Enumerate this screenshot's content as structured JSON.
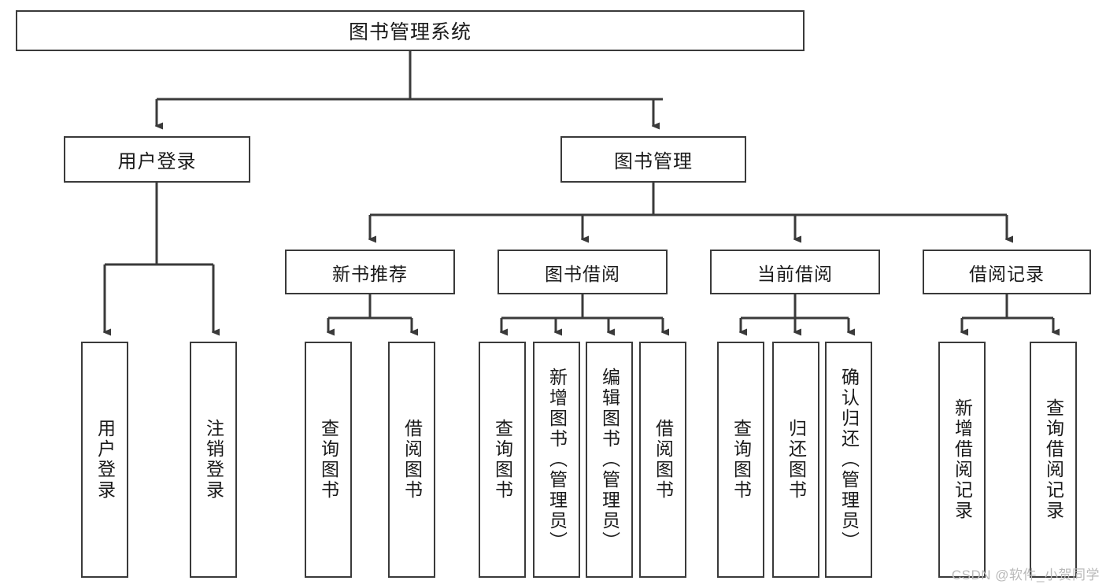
{
  "diagram": {
    "type": "tree-hierarchy-chart",
    "title": "图书管理系统",
    "watermark": "CSDN @软件_小贺同学",
    "colors": {
      "box_border": "#3a3a3a",
      "box_fill": "#ffffff",
      "connector": "#3a3a3a",
      "text": "#1a1a1a",
      "watermark": "#b9b9b9",
      "background": "#ffffff"
    },
    "root": {
      "label": "图书管理系统"
    },
    "level2": [
      {
        "label": "用户登录"
      },
      {
        "label": "图书管理"
      }
    ],
    "level3": [
      {
        "label": "新书推荐"
      },
      {
        "label": "图书借阅"
      },
      {
        "label": "当前借阅"
      },
      {
        "label": "借阅记录"
      }
    ],
    "leaves": {
      "user_login": [
        {
          "label": "用户登录"
        },
        {
          "label": "注销登录"
        }
      ],
      "new_book": [
        {
          "label": "查询图书"
        },
        {
          "label": "借阅图书"
        }
      ],
      "book_borrow": [
        {
          "label": "查询图书"
        },
        {
          "label": "新增图书（管理员）"
        },
        {
          "label": "编辑图书（管理员）"
        },
        {
          "label": "借阅图书"
        }
      ],
      "current_borrow": [
        {
          "label": "查询图书"
        },
        {
          "label": "归还图书"
        },
        {
          "label": "确认归还（管理员）"
        }
      ],
      "borrow_record": [
        {
          "label": "新增借阅记录"
        },
        {
          "label": "查询借阅记录"
        }
      ]
    }
  }
}
